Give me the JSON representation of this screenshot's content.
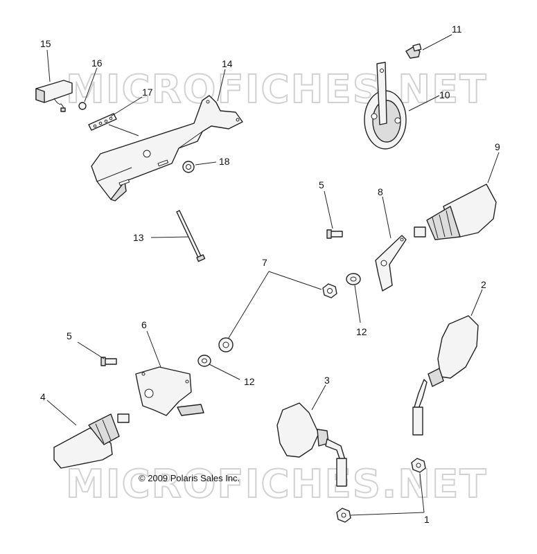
{
  "watermark": {
    "top": "MICROFICHES.NET",
    "bottom": "MICROFICHES.NET"
  },
  "copyright": "© 2009 Polaris Sales Inc.",
  "callouts": {
    "c1": "1",
    "c2": "2",
    "c3": "3",
    "c4": "4",
    "c5a": "5",
    "c5b": "5",
    "c6": "6",
    "c7": "7",
    "c8": "8",
    "c9": "9",
    "c10": "10",
    "c11": "11",
    "c12a": "12",
    "c12b": "12",
    "c13": "13",
    "c14": "14",
    "c15": "15",
    "c16": "16",
    "c17": "17",
    "c18": "18"
  }
}
